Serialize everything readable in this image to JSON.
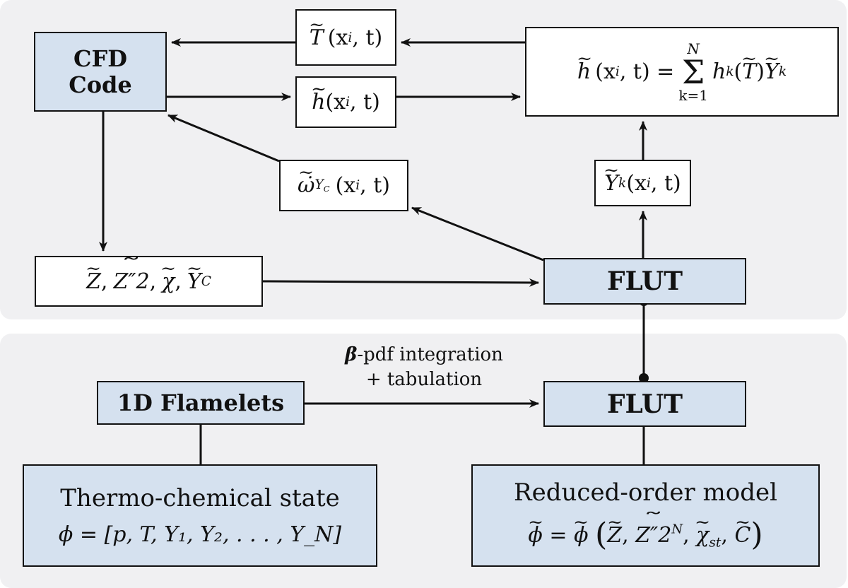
{
  "nodes": {
    "cfd_line1": "CFD",
    "cfd_line2": "Code",
    "temperature": {
      "var": "T",
      "args": "(x",
      "idx": "i",
      "rest": ", t)"
    },
    "enthalpy_small": {
      "var": "h",
      "args": "(x",
      "idx": "i",
      "rest": ", t)"
    },
    "enthalpy_sum": {
      "lhs_var": "h",
      "lhs_args": "(x",
      "lhs_idx": "i",
      "lhs_rest": ", t) =",
      "sum_top": "N",
      "sum_sym": "Σ",
      "sum_bottom": "k=1",
      "term_h": "h",
      "term_k": "k",
      "term_T": "T",
      "term_Y": "Y",
      "term_Yk": "k"
    },
    "omega": {
      "var": "ω̇",
      "sub": "Y",
      "subsub": "C",
      "args": "(x",
      "idx": "i",
      "rest": ", t)"
    },
    "species": {
      "var": "Y",
      "sub": "k",
      "args": "(x",
      "idx": "i",
      "rest": ", t)"
    },
    "inputs": {
      "Z": "Z",
      "sep1": ",",
      "Zvar": "Z″2",
      "sep2": ",",
      "chi": "χ",
      "sep3": ",",
      "Y": "Y",
      "Ysub": "C"
    },
    "flut_top": "FLUT",
    "flut_bottom": "FLUT",
    "flamelets": "1D Flamelets",
    "thermo_title": "Thermo-chemical state",
    "thermo_eq": "ϕ = [p, T, Y₁, Y₂, . . . , Y_N]",
    "rom_title": "Reduced-order model",
    "rom_eq": {
      "phi": "ϕ",
      "eq": "=",
      "phi2": "ϕ",
      "open": "(",
      "Z": "Z",
      "Zvar": "Z″2",
      "Zvar_sup": "N",
      "chi": "χ",
      "chi_sub": "st",
      "C": "C",
      "close": ")"
    }
  },
  "edge_label": {
    "beta": "β",
    "line1_rest": "-pdf integration",
    "line2": "+ tabulation"
  },
  "colors": {
    "node_fill": "#d5e1ef",
    "panel_fill": "#f0f0f2",
    "stroke": "#111111"
  }
}
